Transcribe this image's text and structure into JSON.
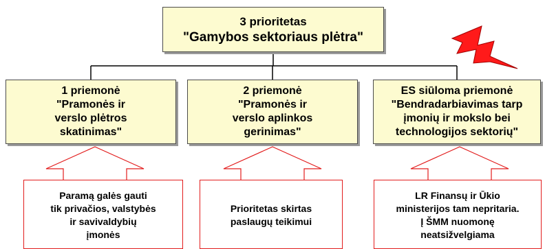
{
  "top_box": {
    "line1": "3 prioritetas",
    "line2": "\"Gamybos sektoriaus plėtra\""
  },
  "measures": [
    {
      "lines": [
        "1 priemonė",
        "\"Pramonės ir",
        "verslo plėtros",
        "skatinimas\""
      ]
    },
    {
      "lines": [
        "2 priemonė",
        "\"Pramonės ir",
        "verslo aplinkos",
        "gerinimas\""
      ]
    },
    {
      "lines": [
        "ES siūloma priemonė",
        "\"Bendradarbiavimas tarp",
        "įmonių ir mokslo bei",
        "technologijos sektorių\""
      ]
    }
  ],
  "notes": [
    {
      "lines": [
        "Paramą galės gauti",
        "tik privačios, valstybės",
        "ir savivaldybių",
        "įmonės"
      ]
    },
    {
      "lines": [
        "Prioritetas skirtas",
        "paslaugų teikimui"
      ]
    },
    {
      "lines": [
        "LR Finansų ir Ūkio",
        "ministerijos tam nepritaria.",
        "Į ŠMM nuomonę",
        "neatsižvelgiama"
      ]
    }
  ],
  "colors": {
    "box_fill": "#fdfbd0",
    "box_border": "#4a4a4a",
    "arrow_red": "#e21b1b",
    "lightning_fill": "#ff1a1a"
  },
  "icons": {
    "warning": "lightning-bolt-icon"
  }
}
